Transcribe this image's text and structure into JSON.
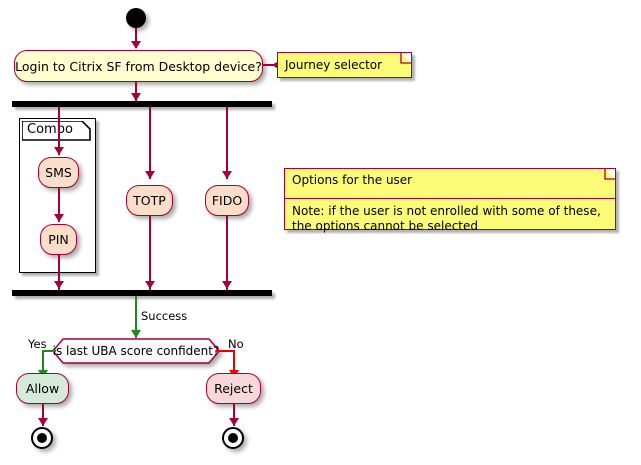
{
  "diagram": {
    "type": "activity-diagram",
    "title": "",
    "colors": {
      "line": "#A80036",
      "note_fill": "#FBFB77",
      "activity_fill": "#FEFECE",
      "option_fill": "#FBDEC9",
      "allow_fill": "#D5EAD8",
      "reject_fill": "#F8D7DA",
      "yes_branch": "#1E8A1E",
      "no_branch": "#EE0000",
      "bar": "#000000"
    }
  },
  "nodes": {
    "start": {
      "name": "start-node",
      "label": ""
    },
    "login": {
      "label": "Login to Citrix SF from Desktop device?"
    },
    "fork_bar": {
      "label": ""
    },
    "combo_group": {
      "title": "Combo"
    },
    "sms": {
      "label": "SMS"
    },
    "pin": {
      "label": "PIN"
    },
    "totp": {
      "label": "TOTP"
    },
    "fido": {
      "label": "FIDO"
    },
    "join_bar": {
      "label": ""
    },
    "decision": {
      "label": "is last UBA score confident?"
    },
    "allow": {
      "label": "Allow"
    },
    "reject": {
      "label": "Reject"
    },
    "end_allow": {
      "label": ""
    },
    "end_reject": {
      "label": ""
    }
  },
  "edges": {
    "success": {
      "label": "Success"
    },
    "yes": {
      "label": "Yes"
    },
    "no": {
      "label": "No"
    }
  },
  "notes": {
    "journey_selector": {
      "text": "Journey selector"
    },
    "options_note": {
      "header": "Options for the user",
      "body": "Note: if the user is not enrolled with some of these, the options cannot be selected"
    }
  }
}
